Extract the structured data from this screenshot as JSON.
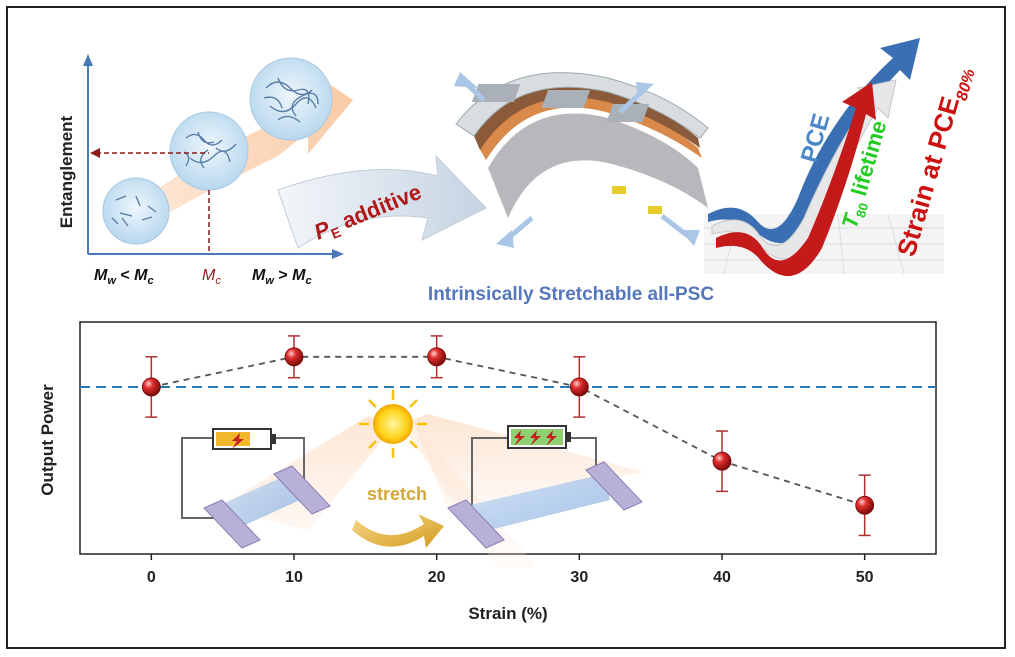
{
  "top_panel": {
    "entanglement_axis_label": "Entanglement",
    "x_labels": [
      {
        "main": "M",
        "sub": "w",
        "rel": " < ",
        "main2": "M",
        "sub2": "c"
      },
      {
        "main": "M",
        "sub": "c"
      },
      {
        "main": "M",
        "sub": "w",
        "rel": " > ",
        "main2": "M",
        "sub2": "c"
      }
    ],
    "additive_label": {
      "main": "P",
      "sub": "E",
      "rest": " additive"
    },
    "device_title": "Intrinsically Stretchable all-PSC",
    "arrow_labels": {
      "pce": "PCE",
      "t80_main": "T",
      "t80_sub": "80",
      "t80_rest": " lifetime",
      "strain_main": "Strain at PCE",
      "strain_sub": "80%"
    },
    "colors": {
      "pce": "#4a86c8",
      "t80": "#22cc22",
      "strain": "#cc1111",
      "additive": "#b01818",
      "title": "#5577bb"
    }
  },
  "chart_data": {
    "type": "scatter",
    "title": "",
    "xlabel": "Strain (%)",
    "ylabel": "Output Power",
    "xlim": [
      -5,
      55
    ],
    "x_ticks": [
      0,
      10,
      20,
      30,
      40,
      50
    ],
    "ylim": [
      0,
      100
    ],
    "series": [
      {
        "x": [
          0,
          10,
          20,
          30,
          40,
          50
        ],
        "y": [
          72,
          85,
          85,
          72,
          40,
          21
        ],
        "yerr": [
          13,
          9,
          9,
          13,
          13,
          13
        ]
      }
    ],
    "reference_line_y": 72,
    "grid": false,
    "inset_labels": {
      "stretch": "stretch"
    },
    "colors": {
      "marker": "#cc2222",
      "reference": "#2a7ab0",
      "trend": "#555555",
      "stretch_text": "#d4a838"
    }
  }
}
